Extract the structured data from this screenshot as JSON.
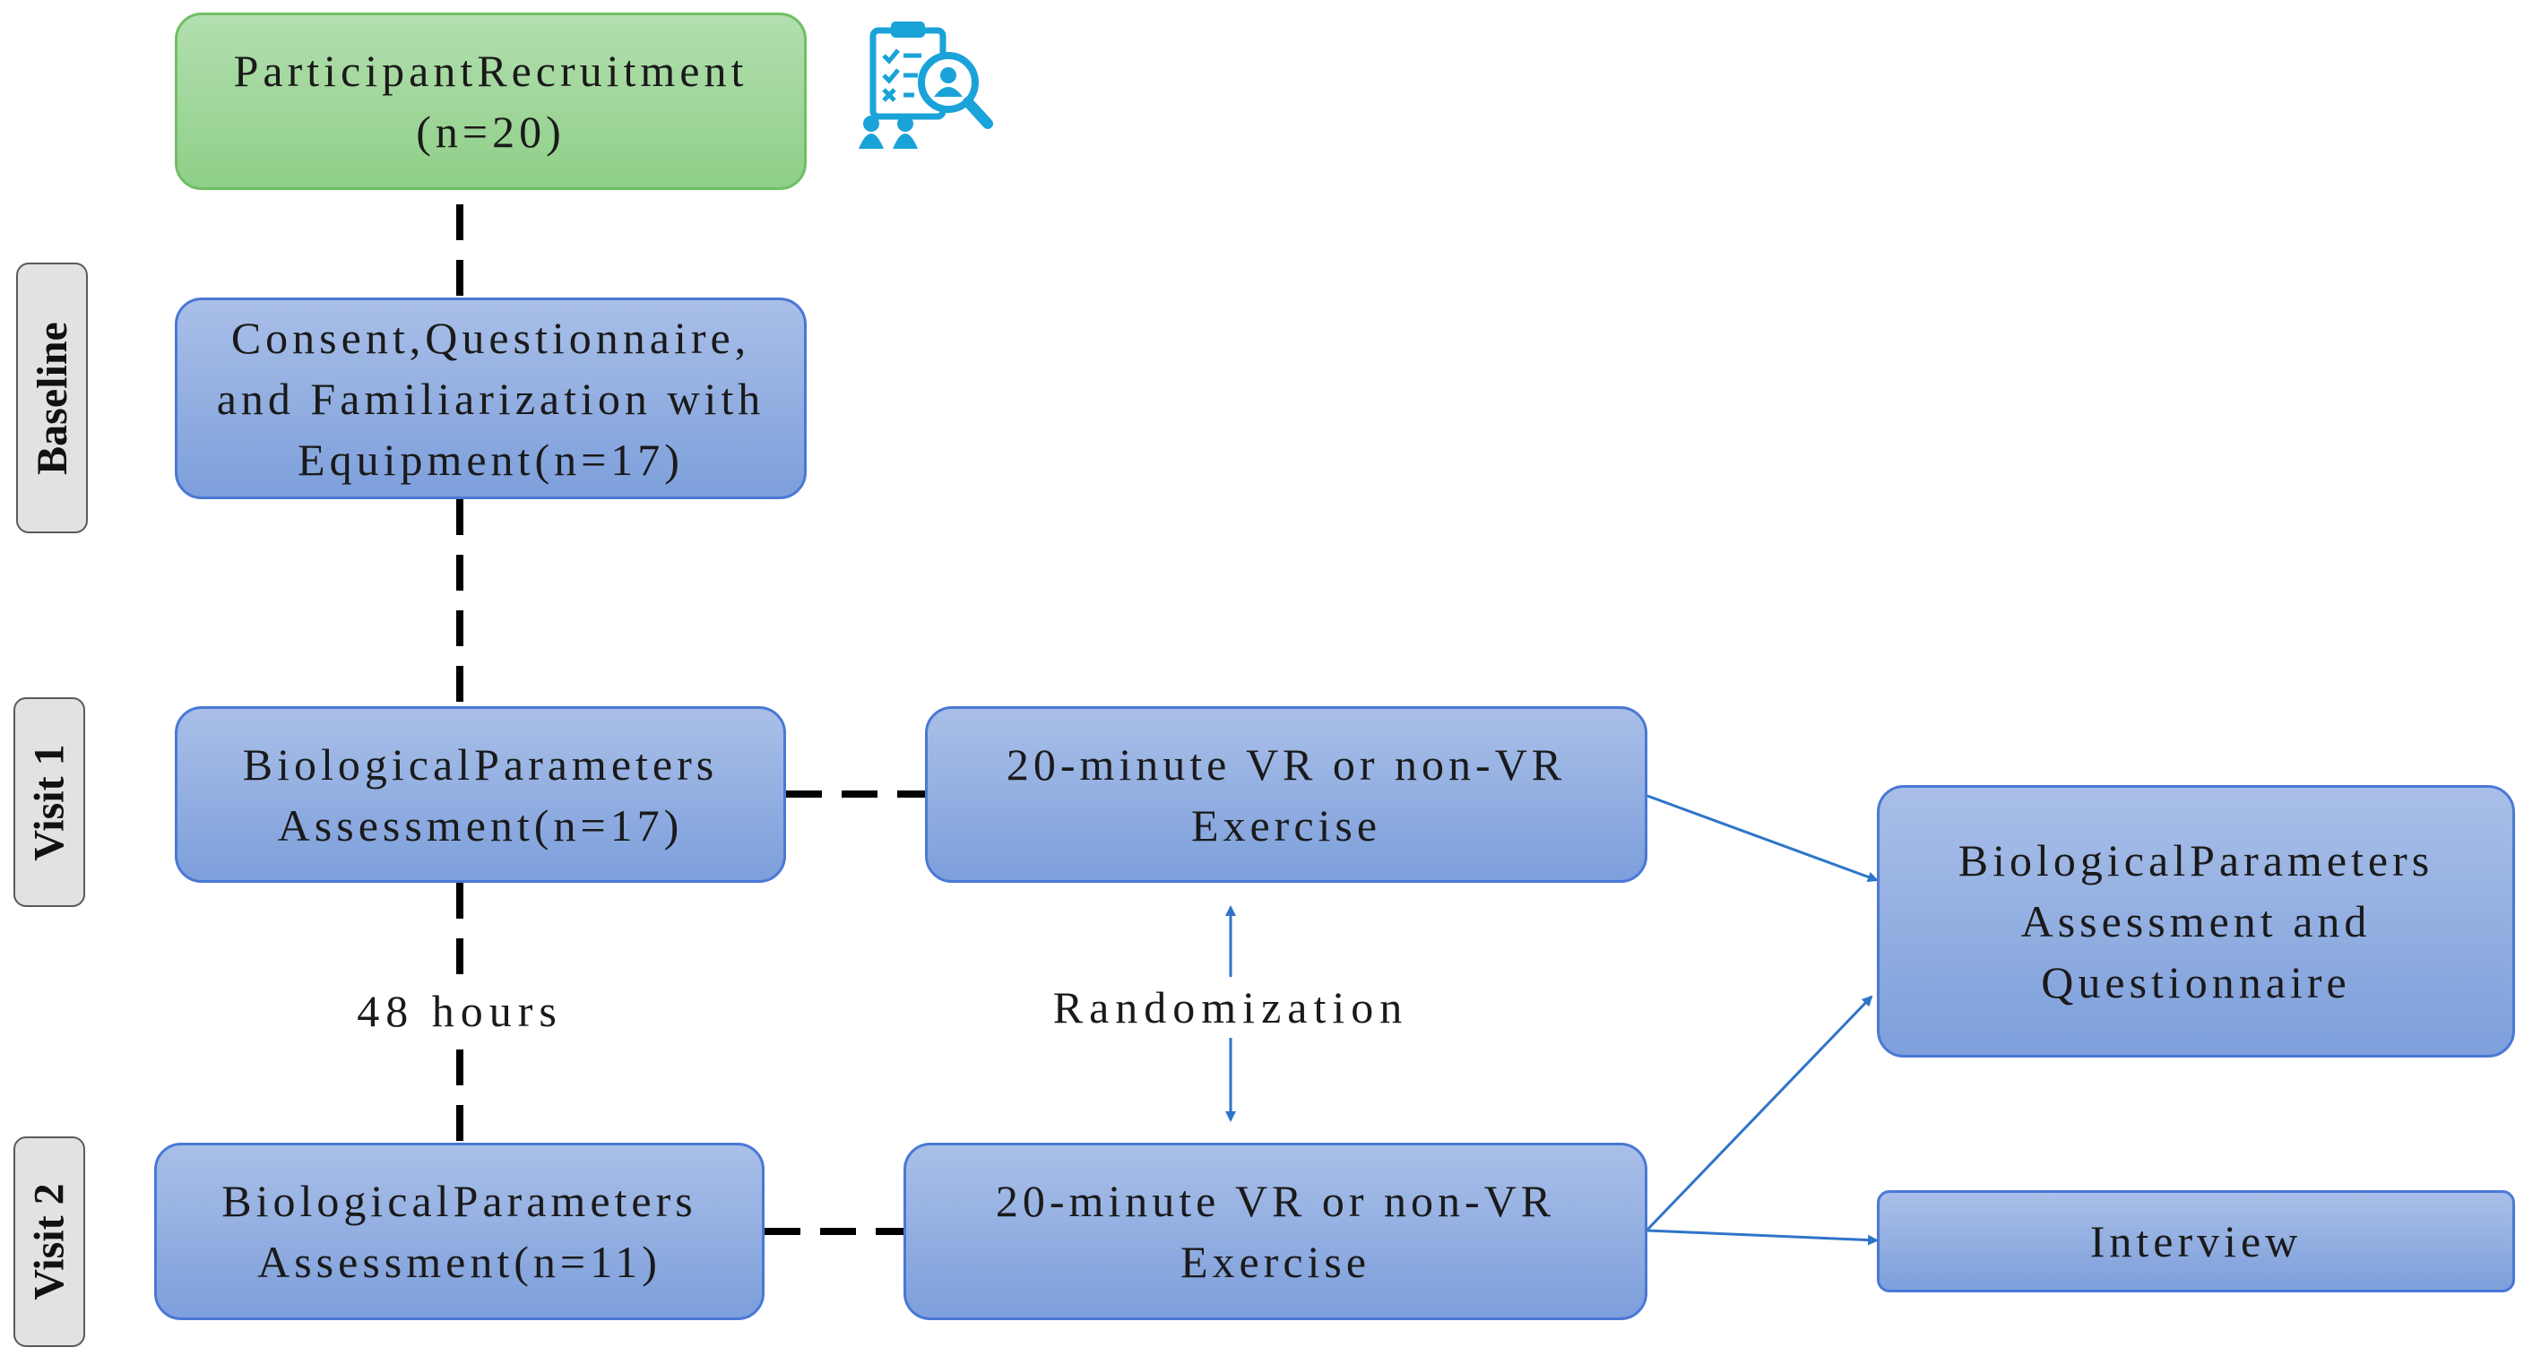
{
  "flowchart": {
    "recruitment": {
      "line1": "ParticipantRecruitment",
      "line2": "(n=20)"
    },
    "baseline_box": {
      "line1": "Consent,Questionnaire,",
      "line2": "and Familiarization with",
      "line3": "Equipment(n=17)"
    },
    "visit1_bio": {
      "line1": "BiologicalParameters",
      "line2": "Assessment(n=17)"
    },
    "visit1_exercise": {
      "line1": "20-minute VR or non-VR",
      "line2": "Exercise"
    },
    "visit2_bio": {
      "line1": "BiologicalParameters",
      "line2": "Assessment(n=11)"
    },
    "visit2_exercise": {
      "line1": "20-minute VR or non-VR",
      "line2": "Exercise"
    },
    "final_bio": {
      "line1": "BiologicalParameters",
      "line2": "Assessment and",
      "line3": "Questionnaire"
    },
    "interview": {
      "label": "Interview"
    },
    "hours_label": "48 hours",
    "randomization_label": "Randomization"
  },
  "phases": {
    "baseline": "Baseline",
    "visit1": "Visit 1",
    "visit2": "Visit 2"
  },
  "icons": {
    "recruitment_icon": "clipboard-people-search-icon"
  },
  "colors": {
    "green_fill": "#9fd69a",
    "green_border": "#6fbf63",
    "blue_fill": "#8eaee0",
    "blue_border": "#4a78d6",
    "arrow": "#2e75c8",
    "dashed": "#000000",
    "icon": "#1aa3d9"
  }
}
